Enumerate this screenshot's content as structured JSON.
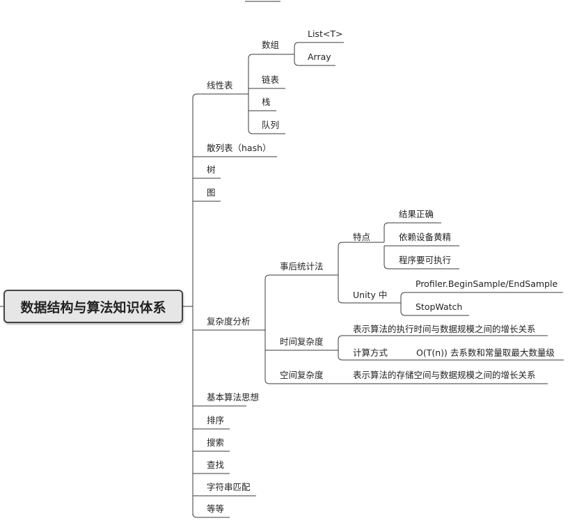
{
  "diagram": {
    "root": "数据结构与算法知识体系",
    "branches": {
      "linear_list": "线性表",
      "array": "数组",
      "list_t": "List<T>",
      "array_en": "Array",
      "linked_list": "链表",
      "stack": "栈",
      "queue": "队列",
      "hash": "散列表（hash）",
      "tree": "树",
      "graph": "图",
      "complexity": "复杂度分析",
      "post_stats": "事后统计法",
      "features": "特点",
      "correct": "结果正确",
      "device": "依赖设备黄精",
      "executable": "程序要可执行",
      "unity": "Unity 中",
      "profiler": "Profiler.BeginSample/EndSample",
      "stopwatch": "StopWatch",
      "time_complexity": "时间复杂度",
      "time_desc": "表示算法的执行时间与数据规模之间的增长关系",
      "calc_method": "计算方式",
      "big_o": "O(T(n)) 去系数和常量取最大数量级",
      "space_complexity": "空间复杂度",
      "space_desc": "表示算法的存储空间与数据规模之间的增长关系",
      "basic_algo": "基本算法思想",
      "sorting": "排序",
      "search": "搜索",
      "find": "查找",
      "string_match": "字符串匹配",
      "etc": "等等"
    }
  }
}
